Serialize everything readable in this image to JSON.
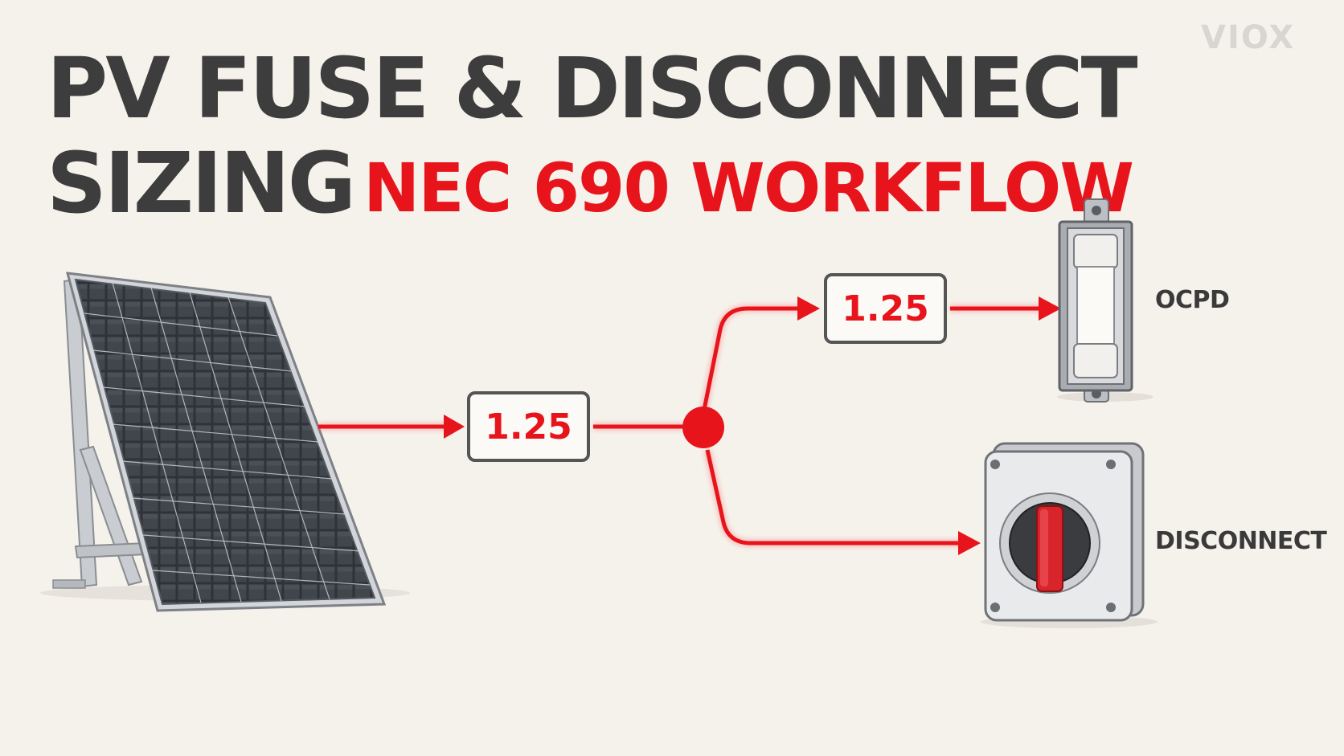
{
  "title": {
    "line1": "PV FUSE & DISCONNECT",
    "line2": "SIZING",
    "subtitle": "NEC 690 WORKFLOW"
  },
  "logo": "VIOX",
  "factors": {
    "main": "1.25",
    "branch": "1.25"
  },
  "labels": {
    "ocpd": "OCPD",
    "disconnect": "DISCONNECT"
  },
  "colors": {
    "accent": "#e8141c",
    "title": "#3d3d3d",
    "background": "#f5f2ec"
  },
  "icons": [
    "solar-panel-icon",
    "fuse-holder-icon",
    "disconnect-switch-icon"
  ]
}
